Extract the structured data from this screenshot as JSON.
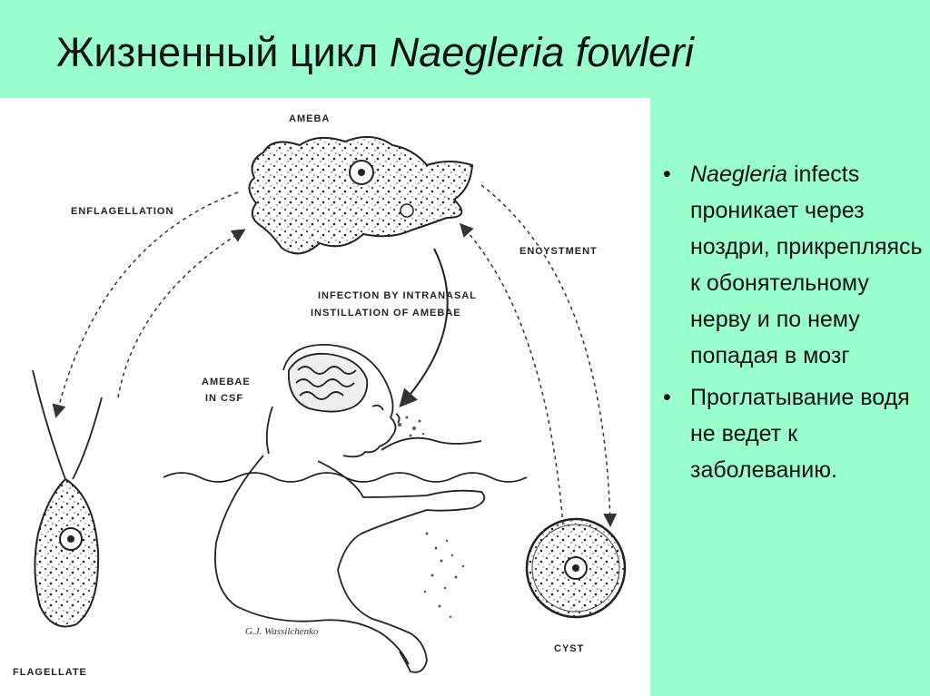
{
  "slide": {
    "title_plain": "Жизненный цикл ",
    "title_italic": "Naegleria fowleri"
  },
  "figure": {
    "labels": {
      "ameba": "AMEBA",
      "enflagellation": "ENFLAGELLATION",
      "encystment": "ENCYSTMENT",
      "infection_line1": "INFECTION BY INTRANASAL",
      "infection_line2": "INSTILLATION OF AMEBAE",
      "amebae_csf_line1": "AMEBAE",
      "amebae_csf_line2": "IN CSF",
      "flagellate": "FLAGELLATE",
      "cyst": "CYST",
      "signature": "G.J. Wassilchenko"
    }
  },
  "bullets": [
    {
      "italic": "Naegleria",
      "text": " infects проникает через ноздри, прикрепляясь к обонятельному нерву и по нему попадая в мозг"
    },
    {
      "italic": "",
      "text": "Проглатывание водя не ведет к заболеванию."
    }
  ],
  "icons": {
    "bullet": "•"
  }
}
